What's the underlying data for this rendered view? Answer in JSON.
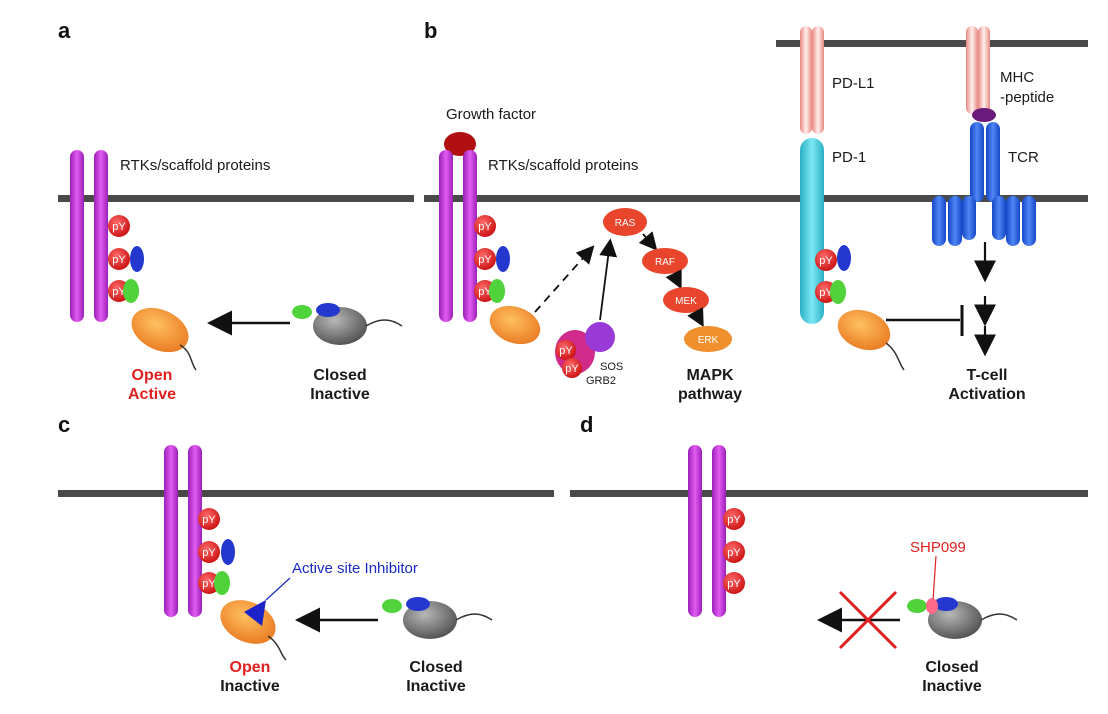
{
  "panels": {
    "a": "a",
    "b": "b",
    "c": "c",
    "d": "d"
  },
  "panel_a": {
    "receptor_label": "RTKs/scaffold proteins",
    "py": "pY",
    "left_state_line1": "Open",
    "left_state_line2": "Active",
    "right_state_line1": "Closed",
    "right_state_line2": "Inactive"
  },
  "panel_b": {
    "growth_factor": "Growth factor",
    "receptor_label": "RTKs/scaffold proteins",
    "py": "pY",
    "ras": "RAS",
    "raf": "RAF",
    "mek": "MEK",
    "erk": "ERK",
    "sos": "SOS",
    "grb2": "GRB2",
    "pathway_line1": "MAPK",
    "pathway_line2": "pathway"
  },
  "panel_b2": {
    "pdl1": "PD-L1",
    "mhc_line1": "MHC",
    "mhc_line2": "-peptide",
    "pd1": "PD-1",
    "tcr": "TCR",
    "py": "pY",
    "outcome_line1": "T-cell",
    "outcome_line2": "Activation"
  },
  "panel_c": {
    "inhibitor": "Active site Inhibitor",
    "py": "pY",
    "left_state_line1": "Open",
    "left_state_line2": "Inactive",
    "right_state_line1": "Closed",
    "right_state_line2": "Inactive"
  },
  "panel_d": {
    "inhibitor": "SHP099",
    "py": "pY",
    "right_state_line1": "Closed",
    "right_state_line2": "Inactive"
  },
  "colors": {
    "membrane": "#4a4a4a",
    "receptor": "#c03bd6",
    "py": "#e01e1e",
    "shp2_ptp": "#f08a2c",
    "sh2_blue": "#2438d0",
    "sh2_green": "#4fd23a",
    "closed_body": "#6e6e6e",
    "pd1": "#3fc3d6",
    "pdl1": "#f0a6a0",
    "tcr": "#2057d6",
    "mhc_peptide": "#6a1a7a",
    "growth_factor": "#b01010",
    "enzyme": "#e8452c",
    "erk": "#f0902c",
    "sos": "#9a3ad6",
    "grb2": "#d02a8a",
    "inhibitor_text": "#1a2bbf",
    "shp099": "#e02020"
  }
}
